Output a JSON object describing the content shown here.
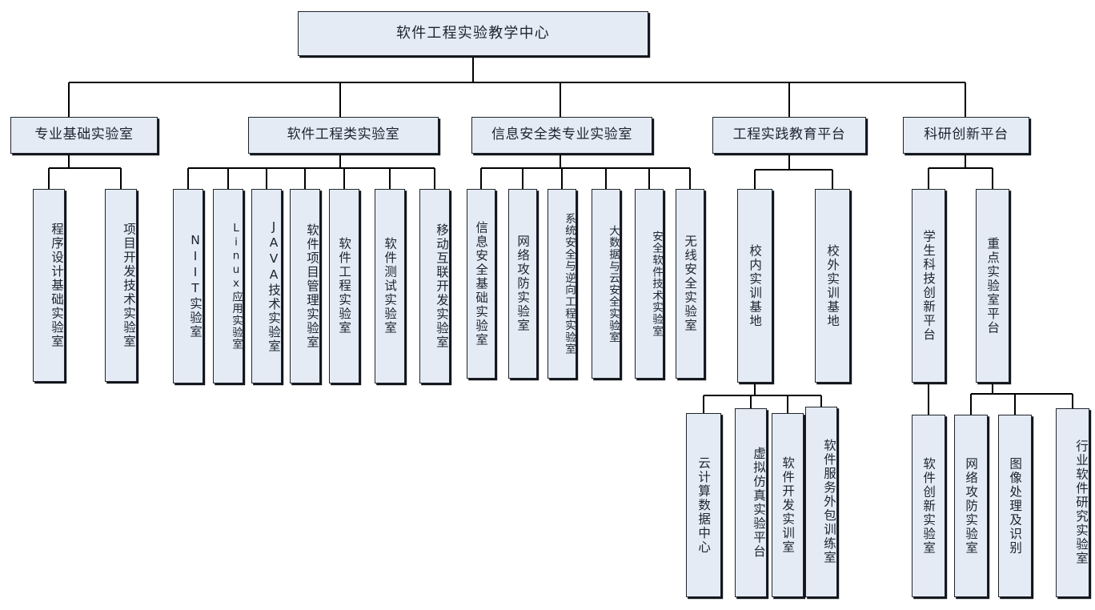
{
  "diagram": {
    "type": "organization-chart",
    "title": "软件工程实验教学中心",
    "orientation": "top-down",
    "colors": {
      "node_fill": "#e4ebf5",
      "node_border": "#20242c",
      "link": "#000000",
      "background": "#ffffff",
      "text": "#1b2430"
    }
  },
  "root": {
    "label": "软件工程实验教学中心"
  },
  "groups": [
    {
      "id": "g1",
      "label": "专业基础实验室",
      "children": [
        {
          "label": "程序设计基础实验室"
        },
        {
          "label": "项目开发技术实验室"
        }
      ]
    },
    {
      "id": "g2",
      "label": "软件工程类实验室",
      "children": [
        {
          "label": "NIIT实验室"
        },
        {
          "label": "Linux应用实验室"
        },
        {
          "label": "JAVA技术实验室"
        },
        {
          "label": "软件项目管理实验室"
        },
        {
          "label": "软件工程实验室"
        },
        {
          "label": "软件测试实验室"
        },
        {
          "label": "移动互联开发实验室"
        }
      ]
    },
    {
      "id": "g3",
      "label": "信息安全类专业实验室",
      "children": [
        {
          "label": "信息安全基础实验室"
        },
        {
          "label": "网络攻防实验室"
        },
        {
          "label": "系统安全与逆向工程实验室"
        },
        {
          "label": "大数据与云安全实验室"
        },
        {
          "label": "安全软件技术实验室"
        },
        {
          "label": "无线安全实验室"
        }
      ]
    },
    {
      "id": "g4",
      "label": "工程实践教育平台",
      "children": [
        {
          "label": "校内实训基地",
          "children": [
            {
              "label": "云计算数据中心"
            },
            {
              "label": "虚拟仿真实验平台"
            },
            {
              "label": "软件开发实训室"
            },
            {
              "label": "软件服务外包训练室"
            }
          ]
        },
        {
          "label": "校外实训基地"
        }
      ]
    },
    {
      "id": "g5",
      "label": "科研创新平台",
      "children": [
        {
          "label": "学生科技创新平台",
          "children": [
            {
              "label": "软件创新实验室"
            }
          ]
        },
        {
          "label": "重点实验室平台",
          "children": [
            {
              "label": "网络攻防实验室"
            },
            {
              "label": "图像处理及识别"
            },
            {
              "label": "行业软件研究实验室"
            }
          ]
        }
      ]
    }
  ]
}
